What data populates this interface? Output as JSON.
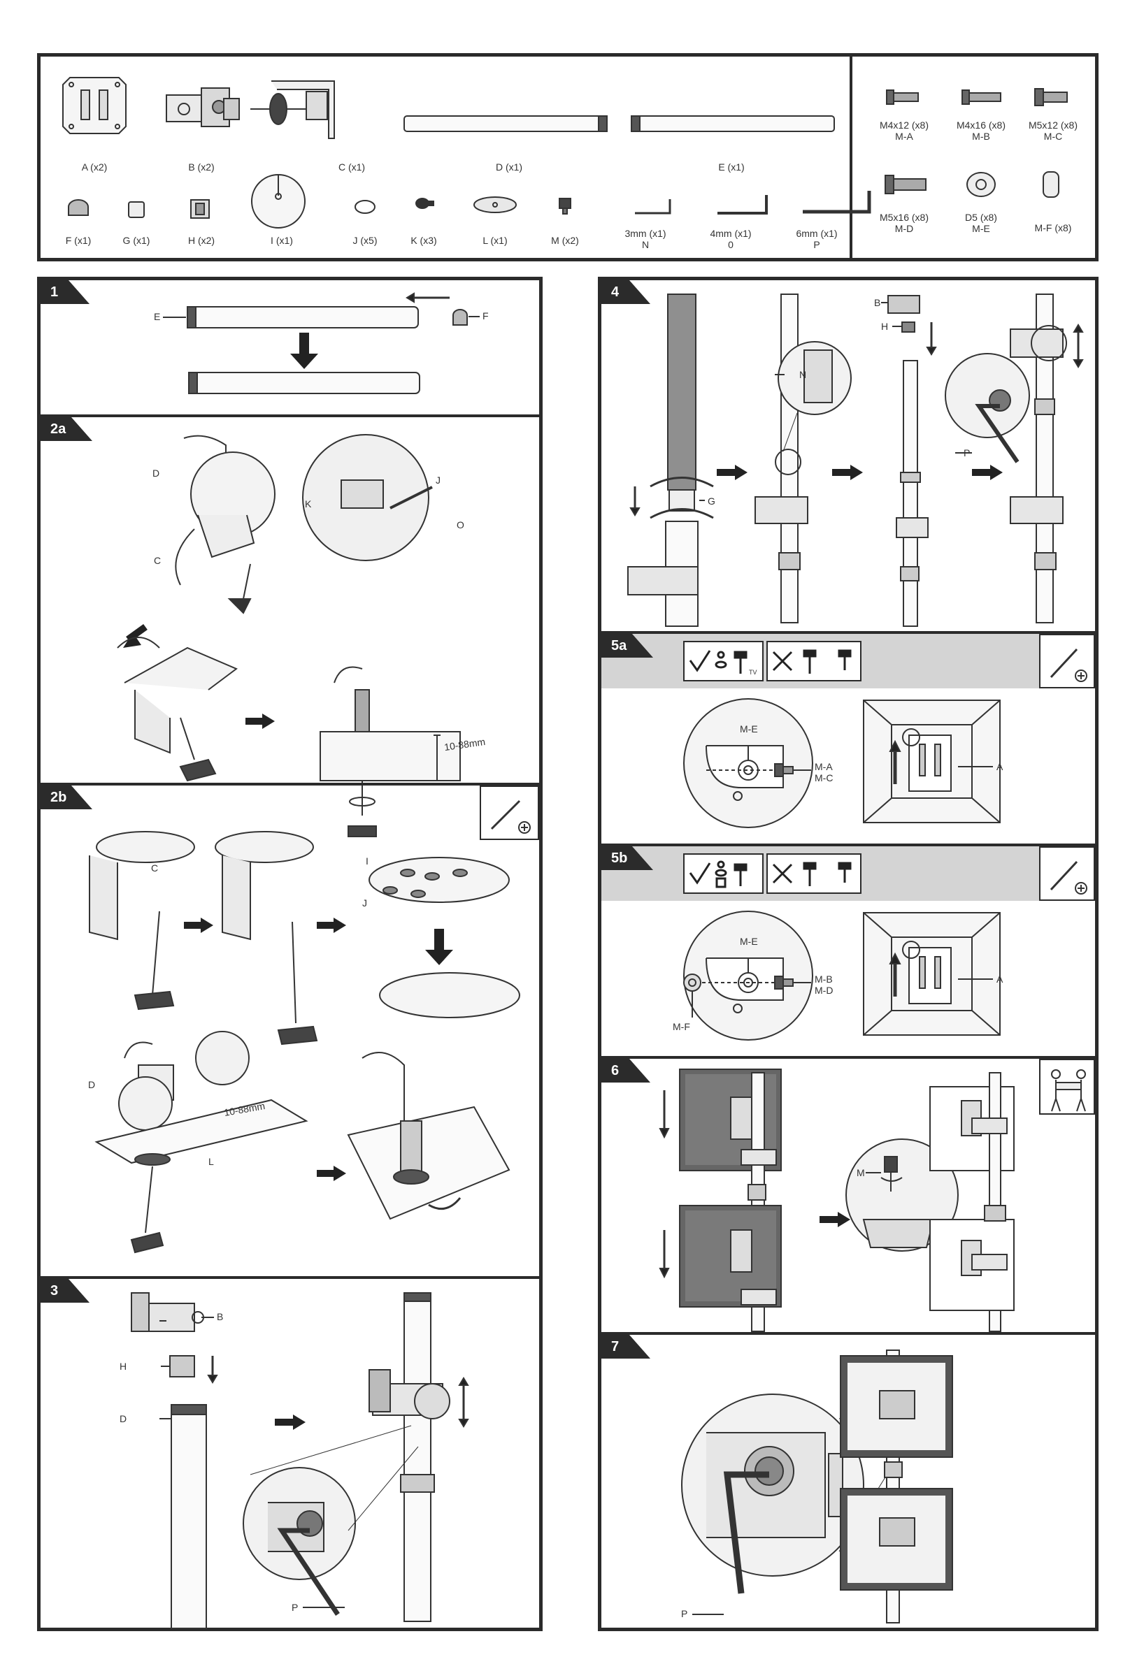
{
  "parts": {
    "A": "A (x2)",
    "B": "B (x2)",
    "C": "C (x1)",
    "D": "D (x1)",
    "E": "E (x1)",
    "F": "F (x1)",
    "G": "G (x1)",
    "H": "H (x2)",
    "I": "I (x1)",
    "J": "J (x5)",
    "K": "K (x3)",
    "L": "L (x1)",
    "M": "M (x2)",
    "N1": "3mm (x1)",
    "N2": "N",
    "O1": "4mm (x1)",
    "O2": "0",
    "P1": "6mm (x1)",
    "P2": "P"
  },
  "screws": {
    "MA1": "M4x12 (x8)",
    "MA2": "M-A",
    "MB1": "M4x16 (x8)",
    "MB2": "M-B",
    "MC1": "M5x12 (x8)",
    "MC2": "M-C",
    "MD1": "M5x16 (x8)",
    "MD2": "M-D",
    "ME1": "D5 (x8)",
    "ME2": "M-E",
    "MF": "M-F (x8)"
  },
  "steps": {
    "s1": "1",
    "s2a": "2a",
    "s2b": "2b",
    "s3": "3",
    "s4": "4",
    "s5a": "5a",
    "s5b": "5b",
    "s6": "6",
    "s7": "7"
  },
  "callouts": {
    "E": "E",
    "F": "F",
    "D": "D",
    "C": "C",
    "K": "K",
    "J": "J",
    "O": "O",
    "range": "10-88mm",
    "I": "I",
    "L": "L",
    "B": "B",
    "H": "H",
    "P": "P",
    "N": "N",
    "G": "G",
    "ME": "M-E",
    "MA": "M-A",
    "MC": "M-C",
    "A": "A",
    "MB": "M-B",
    "MD": "M-D",
    "MF": "M-F",
    "M": "M",
    "TV": "TV"
  }
}
